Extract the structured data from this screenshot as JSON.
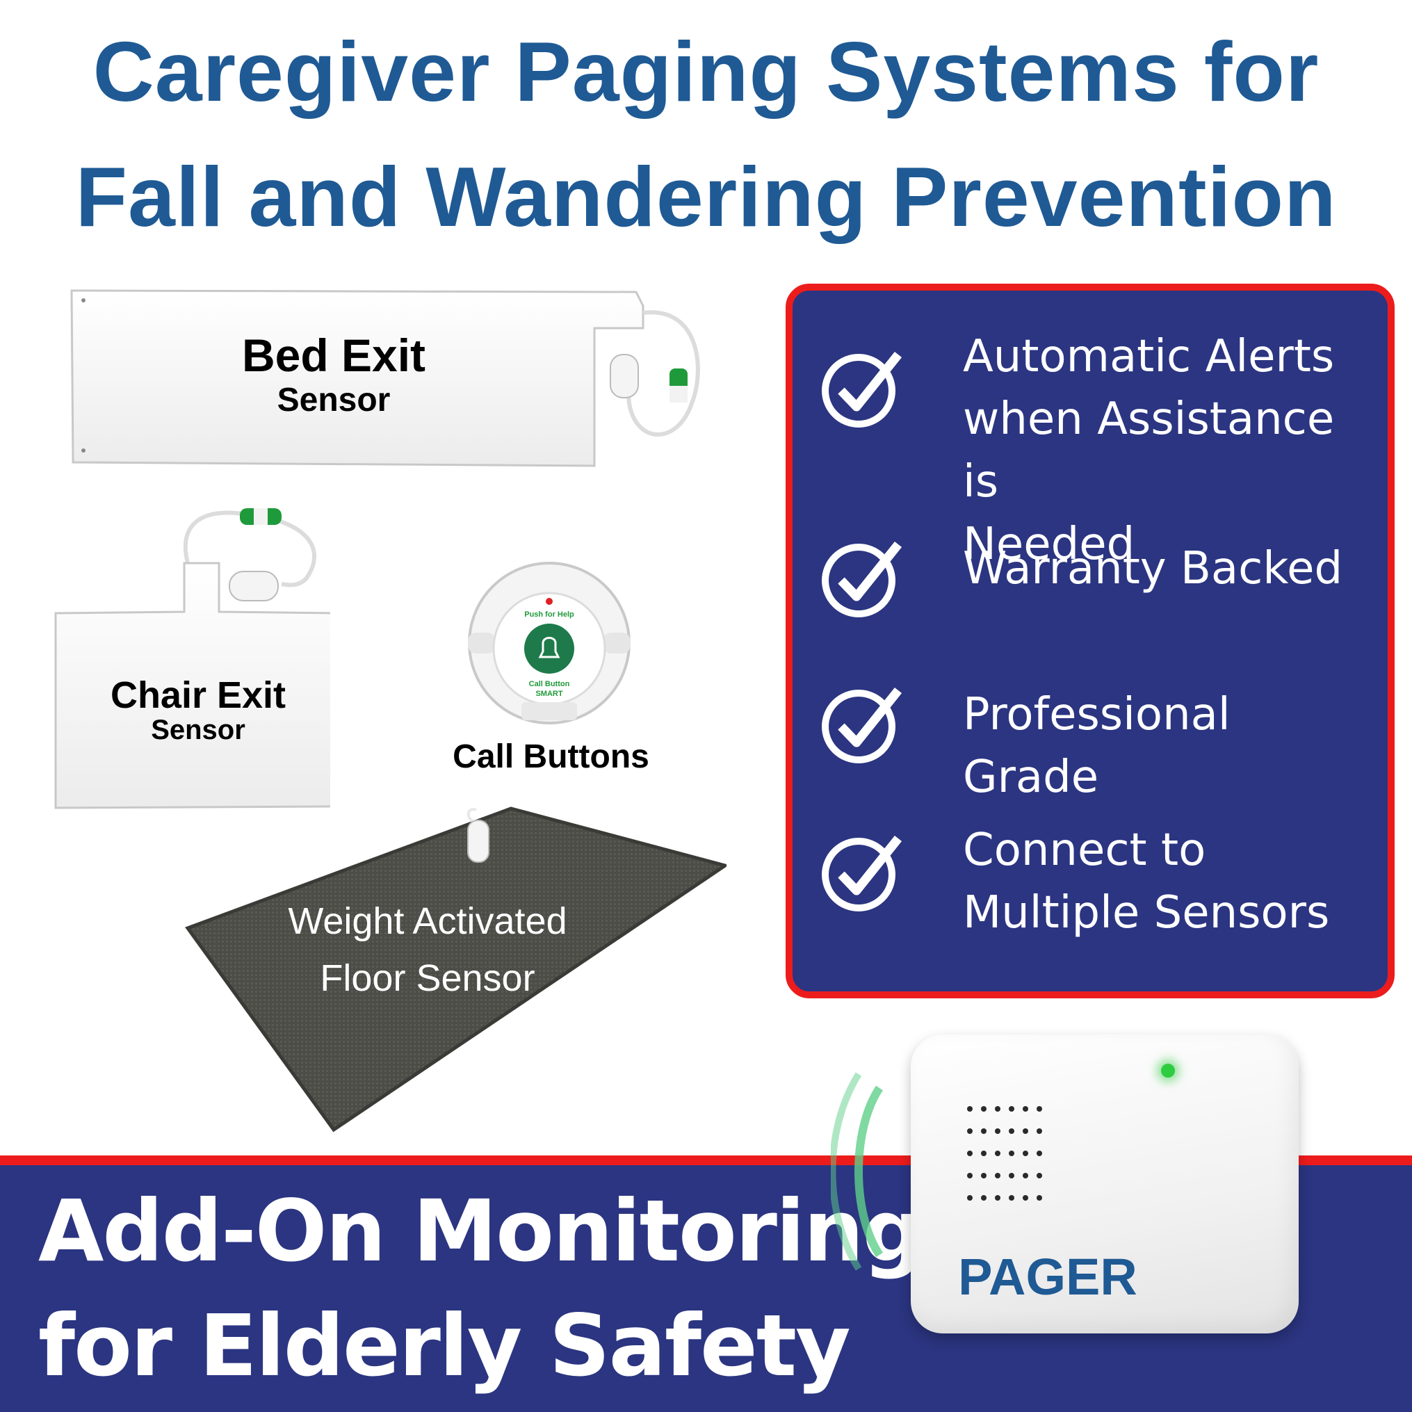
{
  "headline": {
    "line1": "Caregiver Paging Systems for",
    "line2": "Fall and Wandering Prevention"
  },
  "products": {
    "bed_exit": {
      "title": "Bed Exit",
      "subtitle": "Sensor"
    },
    "chair_exit": {
      "title": "Chair Exit",
      "subtitle": "Sensor"
    },
    "call_buttons": {
      "label": "Call Buttons",
      "button_top_text": "Push for Help",
      "button_bottom_text": "Call Button",
      "brand": "SMART"
    },
    "floor_sensor": {
      "line1": "Weight Activated",
      "line2": "Floor Sensor"
    },
    "pager": {
      "label": "PAGER"
    }
  },
  "features": [
    {
      "icon": "checkmark-circle-icon",
      "text": "Automatic Alerts\nwhen Assistance is\nNeeded"
    },
    {
      "icon": "checkmark-circle-icon",
      "text": "Warranty Backed"
    },
    {
      "icon": "checkmark-circle-icon",
      "text": "Professional Grade"
    },
    {
      "icon": "checkmark-circle-icon",
      "text": "Connect to\nMultiple Sensors"
    }
  ],
  "banner": {
    "line1": "Add-On Monitoring",
    "line2": "for Elderly Safety"
  },
  "colors": {
    "title_blue": "#1f5a94",
    "panel_navy": "#2b3581",
    "accent_red": "#ec1c1c",
    "signal_green": "#2ecc40"
  }
}
